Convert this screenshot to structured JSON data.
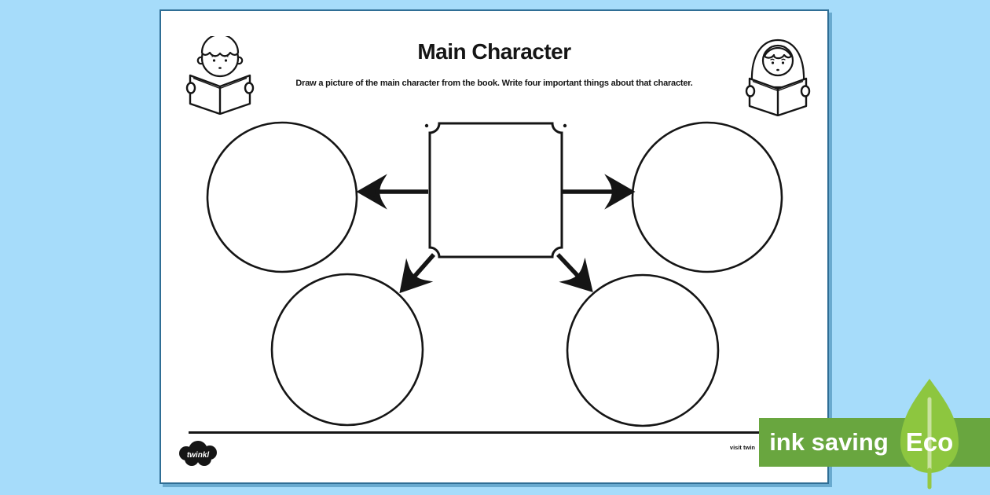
{
  "page": {
    "title": "Main Character",
    "instructions": "Draw a picture of the main character from the book. Write four important things about that character."
  },
  "footer": {
    "logo_text": "twinkl",
    "visit_text": "visit twin"
  },
  "eco_badge": {
    "ink_saving_label": "ink saving",
    "eco_label": "Eco",
    "bar_color": "#69a63f",
    "leaf_color": "#8dc63f",
    "stem_light_color": "#c9e29f",
    "stem_dark_color": "#96c841"
  },
  "colors": {
    "background": "#a6dcfa",
    "page_border": "#2f6e95",
    "page_shadow": "#69aacf",
    "ink": "#151515"
  },
  "icons": {
    "reading_boy_icon": "child reading an open book (line art)",
    "reading_girl_icon": "child reading an open book (line art)",
    "twinkl_cloud_icon": "twinkl cloud logo",
    "eco_leaf_icon": "green leaf with stem"
  }
}
